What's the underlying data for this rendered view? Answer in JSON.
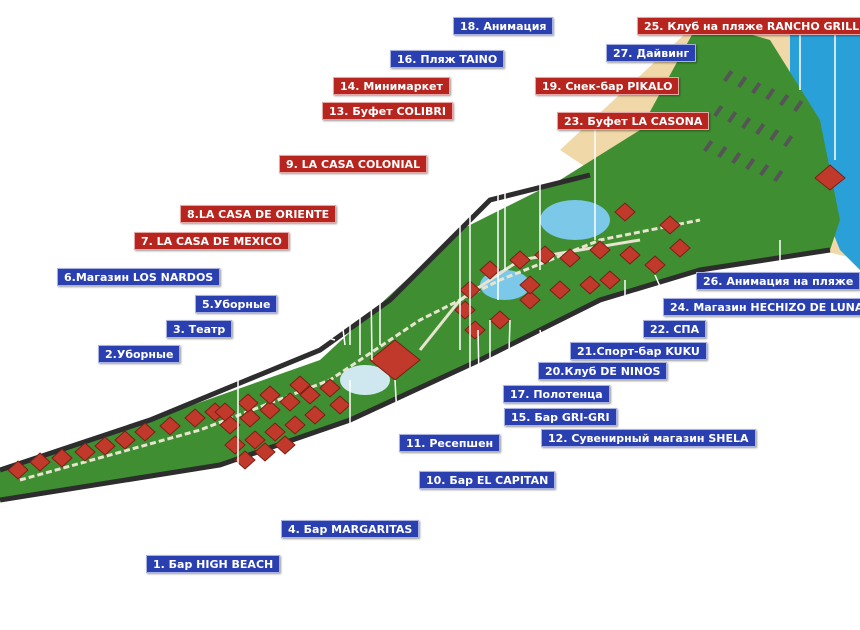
{
  "map": {
    "colors": {
      "blue_label": "#2a3fb0",
      "red_label": "#b8251f",
      "grass": "#3f8f32",
      "sand": "#f0d8a8",
      "sea": "#2aa0d8",
      "roof": "#c0392b",
      "path": "#e8e4d0",
      "pool": "#7cc8e8"
    },
    "labels": {
      "l1": "1. Бар HIGH BEACH",
      "l2": "2.Уборные",
      "l3": "3. Театр",
      "l4": "4. Бар MARGARITAS",
      "l5": "5.Уборные",
      "l6": "6.Магазин LOS NARDOS",
      "l7": "7. LA CASA DE MEXICO",
      "l8": "8.LA CASA DE ORIENTE",
      "l9": "9. LA CASA COLONIAL",
      "l10": "10. Бар EL CAPITAN",
      "l11": "11. Ресепшен",
      "l12": "12. Сувенирный магазин SHELA",
      "l13": "13. Буфет COLIBRI",
      "l14": "14. Минимаркет",
      "l15": "15. Бар GRI-GRI",
      "l16": "16. Пляж TAINO",
      "l17": "17. Полотенца",
      "l18": "18. Анимация",
      "l19": "19. Снек-бар PIKALO",
      "l20": "20.Клуб DE NINOS",
      "l21": "21.Спорт-бар KUKU",
      "l22": "22. СПА",
      "l23": "23. Буфет LA CASONA",
      "l24": "24. Магазин HECHIZO DE LUNA",
      "l25": "25. Клуб на пляже RANCHO GRILL",
      "l26": "26. Анимация на пляже",
      "l27": "27. Дайвинг"
    }
  }
}
